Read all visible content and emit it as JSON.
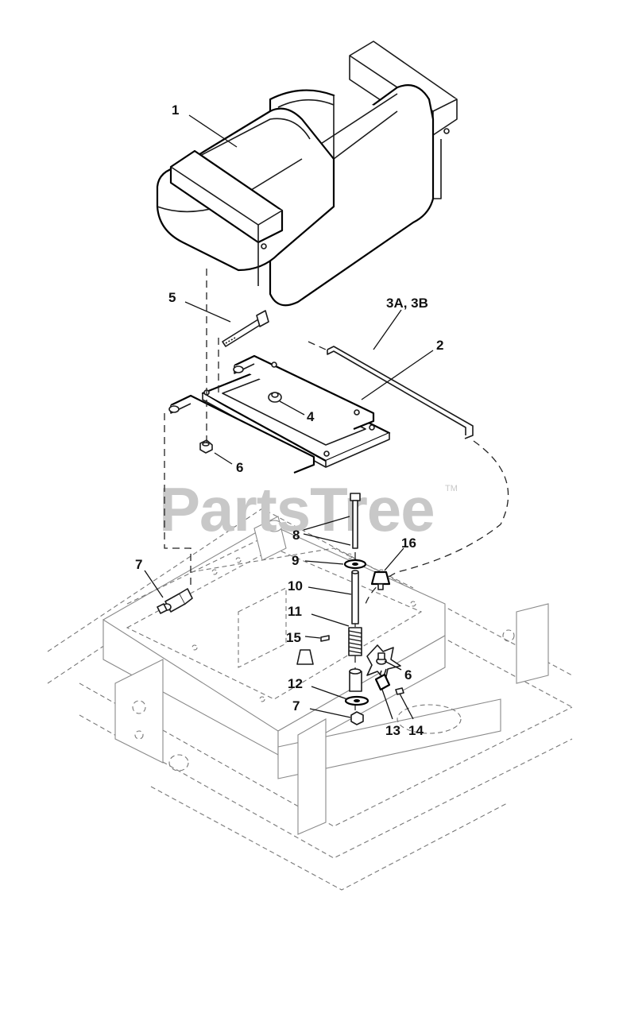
{
  "watermark": {
    "brand": "PartsTree",
    "trademark": "TM"
  },
  "callouts": {
    "c1": "1",
    "c2": "2",
    "c3": "3A, 3B",
    "c4": "4",
    "c5": "5",
    "c6a": "6",
    "c6b": "6",
    "c7a": "7",
    "c7b": "7",
    "c8": "8",
    "c9": "9",
    "c10": "10",
    "c11": "11",
    "c12": "12",
    "c13": "13",
    "c14": "14",
    "c15": "15",
    "c16": "16"
  }
}
